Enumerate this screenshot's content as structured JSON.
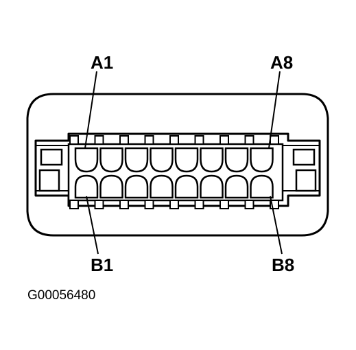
{
  "connector": {
    "pins_per_row": 8,
    "row_a_first_label": "A1",
    "row_a_last_label": "A8",
    "row_b_first_label": "B1",
    "row_b_last_label": "B8"
  },
  "figure": {
    "id": "G00056480"
  }
}
